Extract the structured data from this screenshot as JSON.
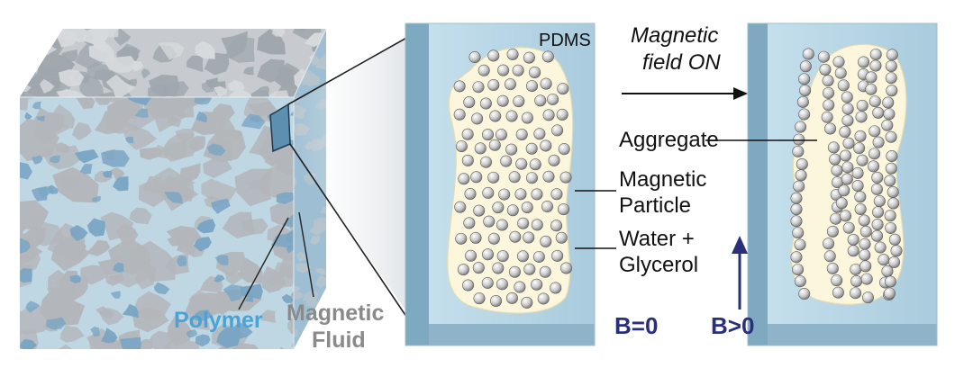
{
  "labels": {
    "pdms": "PDMS",
    "field_line1": "Magnetic",
    "field_line2": "field ON",
    "aggregate": "Aggregate",
    "particle_line1": "Magnetic",
    "particle_line2": "Particle",
    "fluid_line1": "Water +",
    "fluid_line2": "Glycerol",
    "polymer": "Polymer",
    "mag_fluid_line1": "Magnetic",
    "mag_fluid_line2": "Fluid",
    "b_zero": "B=0",
    "b_positive": "B>0"
  },
  "colors": {
    "polymer": "#4aa3d6",
    "magnetic_fluid_text": "#8a8a8a",
    "field_arrow": "#2a2f7a",
    "pdms_panel": "#b9d6e6",
    "fluid_blob": "#fbf6dc",
    "cube_gray": "#b3b6ba",
    "cube_blue": "#7aa5c4"
  }
}
